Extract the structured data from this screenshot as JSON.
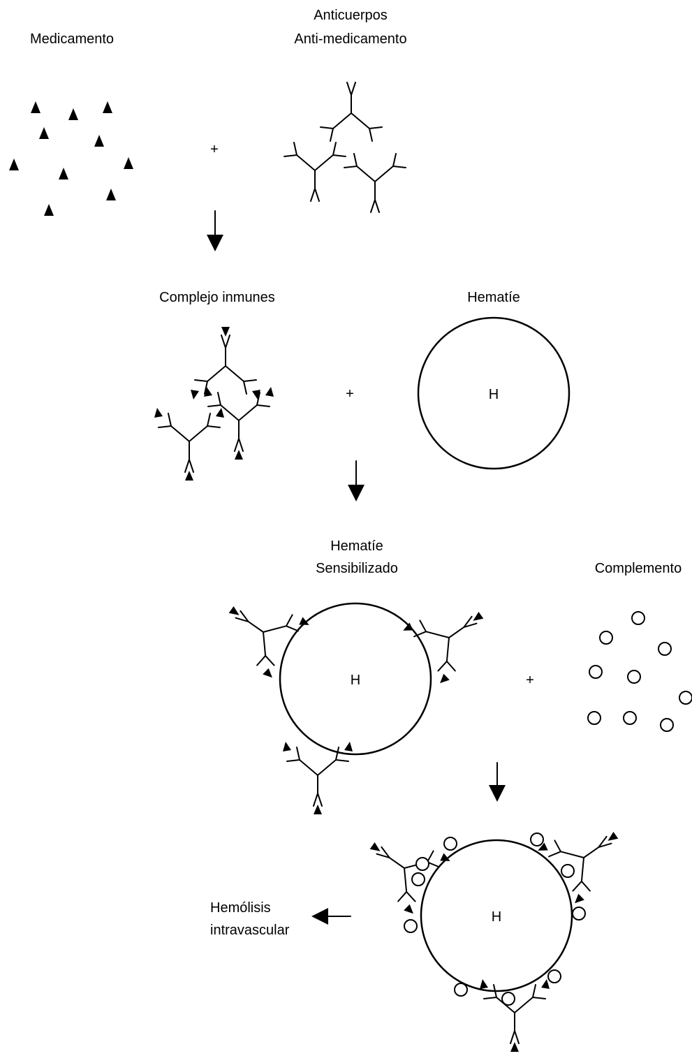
{
  "labels": {
    "drug": "Medicamento",
    "antibodies_line1": "Anticuerpos",
    "antibodies_line2": "Anti-medicamento",
    "immune_complex": "Complejo inmunes",
    "rbc": "Hematíe",
    "sensitized_line1": "Hematíe",
    "sensitized_line2": "Sensibilizado",
    "complement": "Complemento",
    "hemolysis_line1": "Hemólisis",
    "hemolysis_line2": "intravascular",
    "plus": "+",
    "cell_letter": "H"
  },
  "colors": {
    "ink": "#000000",
    "background": "#ffffff"
  }
}
